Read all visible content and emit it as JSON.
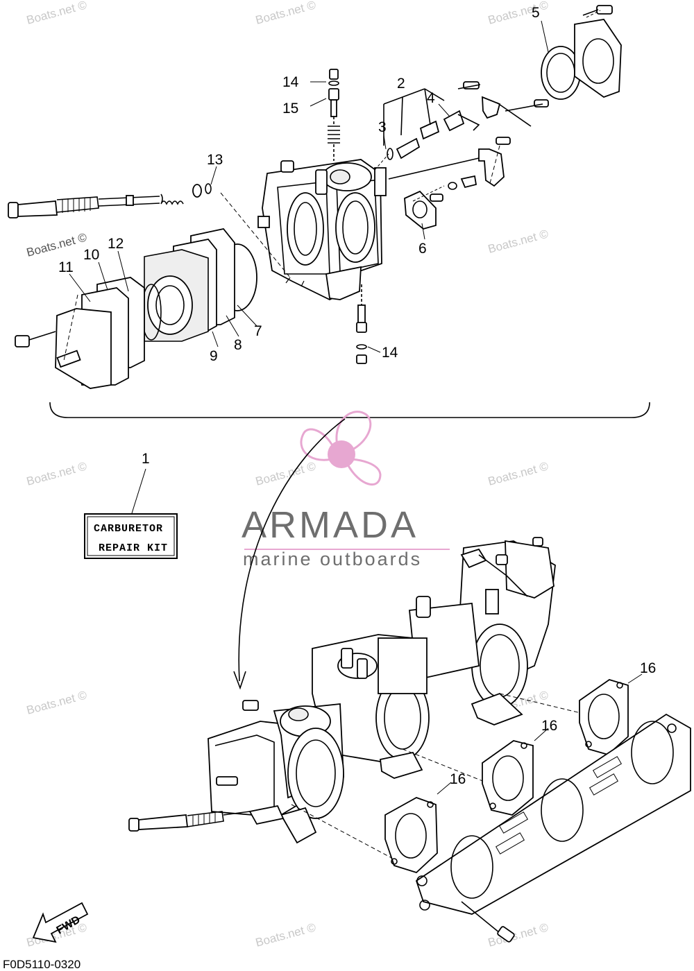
{
  "watermark_text": "Boats.net ©",
  "logo": {
    "brand": "ARMADA",
    "tagline": "marine outboards",
    "accent_color": "#e7a7d1"
  },
  "callouts": {
    "c1": "1",
    "c2": "2",
    "c3": "3",
    "c4": "4",
    "c5": "5",
    "c6": "6",
    "c7": "7",
    "c8": "8",
    "c9": "9",
    "c10": "10",
    "c11": "11",
    "c12": "12",
    "c13": "13",
    "c14a": "14",
    "c14b": "14",
    "c15": "15",
    "c16a": "16",
    "c16b": "16",
    "c16c": "16"
  },
  "kit_label": {
    "line1": "CARBURETOR",
    "line2": "REPAIR KIT"
  },
  "fwd_label": "FWD",
  "diagram_code": "F0D5110-0320"
}
